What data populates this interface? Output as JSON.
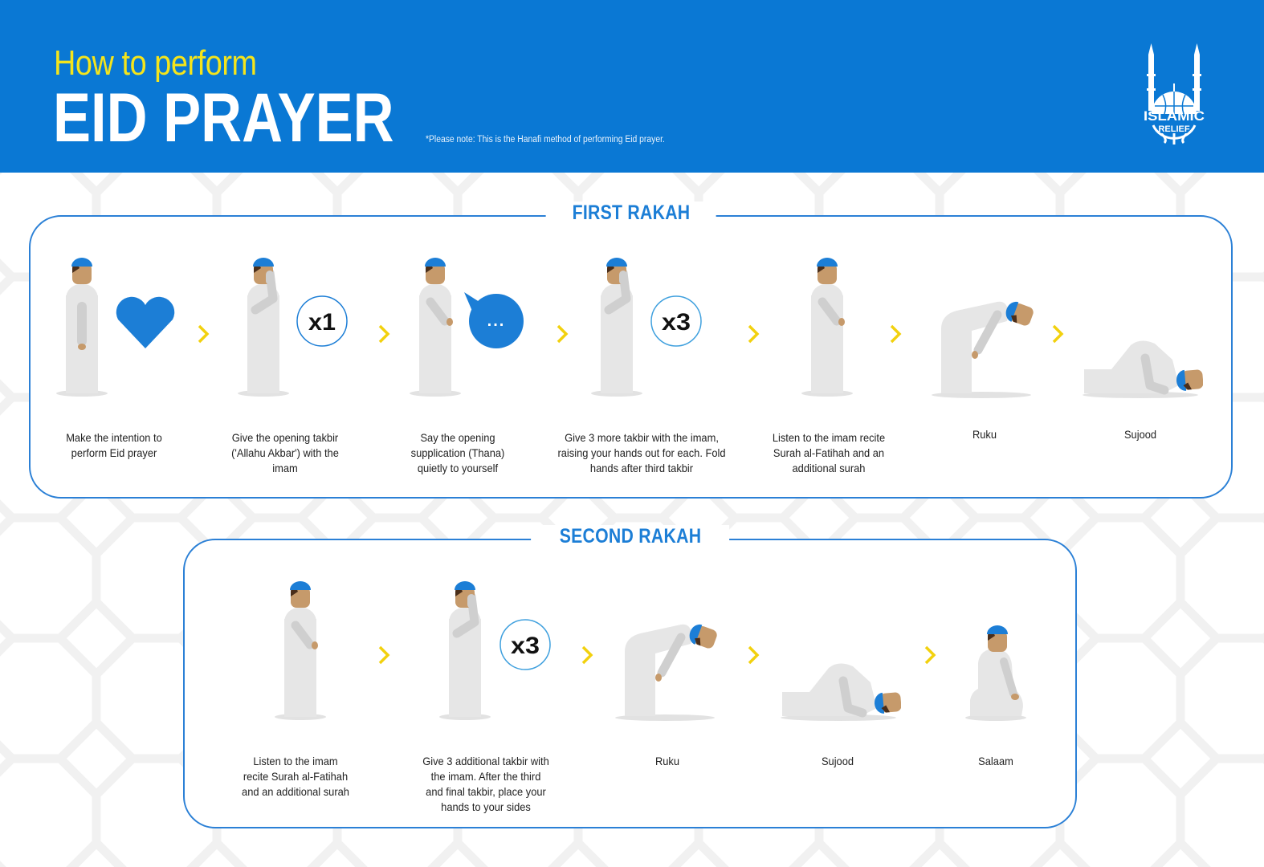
{
  "header": {
    "subtitle": "How to perform",
    "title": "EID PRAYER",
    "note": "*Please note: This is the Hanafi method of performing Eid prayer.",
    "logo": {
      "line1": "ISLAMIC",
      "line2": "RELIEF",
      "icon": "mosque-globe-logo"
    }
  },
  "colors": {
    "brand_blue": "#0a78d4",
    "title_yellow": "#f5e51b",
    "box_border": "#2b80d6",
    "arrow_yellow": "#f2d10e",
    "robe": "#e6e6e6",
    "arm": "#cfcfcf",
    "skin": "#c69a6b",
    "cap": "#1c7ed6"
  },
  "first_rakah": {
    "title": "FIRST RAKAH",
    "steps": [
      {
        "pose": "standing-hands-sides",
        "badge": "heart-icon",
        "caption_lines": [
          "Make the intention to",
          "perform Eid prayer"
        ]
      },
      {
        "pose": "standing-hands-raised",
        "badge": "x1",
        "caption_lines": [
          "Give the opening takbir",
          "('Allahu Akbar') with the",
          "imam"
        ]
      },
      {
        "pose": "standing-hands-folded",
        "badge": "speech-bubble-icon",
        "badge_text": "...",
        "caption_lines": [
          "Say the opening",
          "supplication (Thana)",
          "quietly to yourself"
        ]
      },
      {
        "pose": "standing-hands-raised",
        "badge": "x3",
        "caption_lines": [
          "Give 3 more takbir with the imam,",
          "raising your hands out for each. Fold",
          "hands after third takbir"
        ]
      },
      {
        "pose": "standing-hands-folded",
        "badge": null,
        "caption_lines": [
          "Listen to the imam recite",
          "Surah al-Fatihah and an",
          "additional surah"
        ]
      },
      {
        "pose": "ruku",
        "badge": null,
        "caption_lines": [
          "Ruku"
        ]
      },
      {
        "pose": "sujood",
        "badge": null,
        "caption_lines": [
          "Sujood"
        ]
      }
    ]
  },
  "second_rakah": {
    "title": "SECOND RAKAH",
    "steps": [
      {
        "pose": "standing-hands-folded",
        "badge": null,
        "caption_lines": [
          "Listen to the imam",
          "recite Surah al-Fatihah",
          "and an additional surah"
        ]
      },
      {
        "pose": "standing-hands-raised",
        "badge": "x3",
        "caption_lines": [
          "Give 3 additional takbir with",
          "the imam. After the third",
          "and final takbir, place your",
          "hands to your sides"
        ]
      },
      {
        "pose": "ruku",
        "badge": null,
        "caption_lines": [
          "Ruku"
        ]
      },
      {
        "pose": "sujood",
        "badge": null,
        "caption_lines": [
          "Sujood"
        ]
      },
      {
        "pose": "sitting",
        "badge": null,
        "caption_lines": [
          "Salaam"
        ]
      }
    ]
  }
}
